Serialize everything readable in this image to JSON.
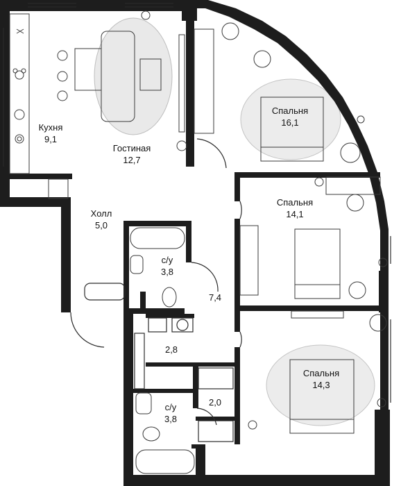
{
  "rooms": [
    {
      "id": "kitchen",
      "name": "Кухня",
      "area": "9,1"
    },
    {
      "id": "living",
      "name": "Гостиная",
      "area": "12,7"
    },
    {
      "id": "bedroom1",
      "name": "Спальня",
      "area": "16,1"
    },
    {
      "id": "bedroom2",
      "name": "Спальня",
      "area": "14,1"
    },
    {
      "id": "hall",
      "name": "Холл",
      "area": "5,0"
    },
    {
      "id": "bath1",
      "name": "с/у",
      "area": "3,8"
    },
    {
      "id": "corridor",
      "name": "",
      "area": "7,4"
    },
    {
      "id": "closet1",
      "name": "",
      "area": "2,8"
    },
    {
      "id": "bath2",
      "name": "с/у",
      "area": "3,8"
    },
    {
      "id": "closet2",
      "name": "",
      "area": "2,0"
    },
    {
      "id": "bedroom3",
      "name": "Спальня",
      "area": "14,3"
    }
  ]
}
